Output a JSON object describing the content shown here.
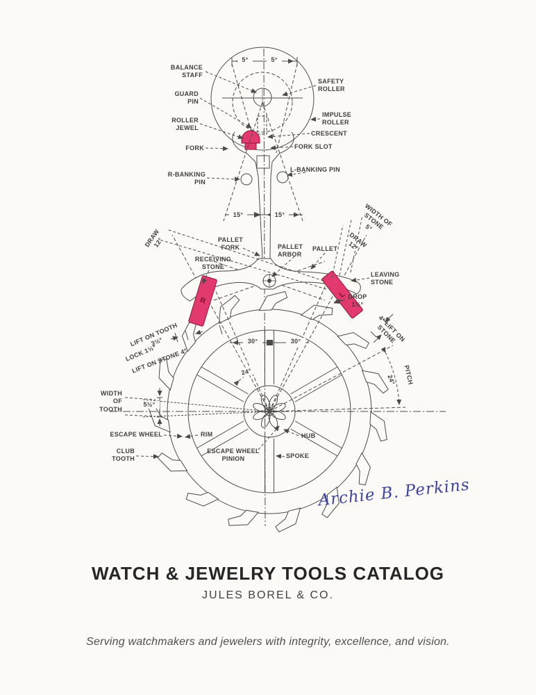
{
  "page": {
    "background": "#fbfaf7"
  },
  "diagram": {
    "accent_color": "#e23a6e",
    "line_color": "#4a4a4a",
    "labels": {
      "angle_5_left": "5°",
      "angle_5_right": "5°",
      "balance_staff": "BALANCE\nSTAFF",
      "safety_roller": "SAFETY\nROLLER",
      "guard_pin": "GUARD\nPIN",
      "impulse_roller": "IMPULSE\nROLLER",
      "roller_jewel": "ROLLER\nJEWEL",
      "crescent": "CRESCENT",
      "fork": "FORK",
      "fork_slot": "FORK SLOT",
      "r_banking_pin": "R-BANKING\nPIN",
      "l_banking_pin": "L-BANKING PIN",
      "angle_15_left": "15°",
      "angle_15_right": "15°",
      "draw_left": "DRAW\n12°",
      "pallet_fork": "PALLET\nFORK",
      "pallet_arbor": "PALLET\nARBOR",
      "pallet": "PALLET",
      "receiving_stone": "RECEIVING\nSTONE",
      "width_of_stone": "WIDTH OF\nSTONE\n5°",
      "draw_right": "DRAW\n12°",
      "leaving_stone": "LEAVING\nSTONE",
      "drop": "DROP\n1½°",
      "lift_on_stone_right": "4° LIFT ON\nSTONE",
      "lift_on_tooth": "LIFT ON TOOTH\n3½°",
      "lock": "LOCK 1½°",
      "lift_on_stone_left": "LIFT ON STONE 4°",
      "angle_30_left": "30°",
      "angle_30_right": "30°",
      "angle_24_inner": "24°",
      "pitch": "PITCH",
      "angle_24_pitch": "24°",
      "width_of_tooth": "WIDTH\nOF\nTOOTH",
      "width_of_tooth_value": "5½°",
      "escape_wheel": "ESCAPE WHEEL",
      "rim": "RIM",
      "club_tooth": "CLUB\nTOOTH",
      "escape_wheel_pinion": "ESCAPE WHEEL\nPINION",
      "hub": "HUB",
      "spoke": "SPOKE"
    },
    "stones": {
      "receiving_letter": "R",
      "leaving_letter": "L"
    },
    "signature": {
      "text": "Archie B. Perkins",
      "color": "#3f43a0"
    }
  },
  "footer": {
    "title": "WATCH & JEWELRY TOOLS CATALOG",
    "subtitle": "JULES BOREL & CO.",
    "tagline": "Serving watchmakers and jewelers with integrity, excellence, and vision."
  }
}
